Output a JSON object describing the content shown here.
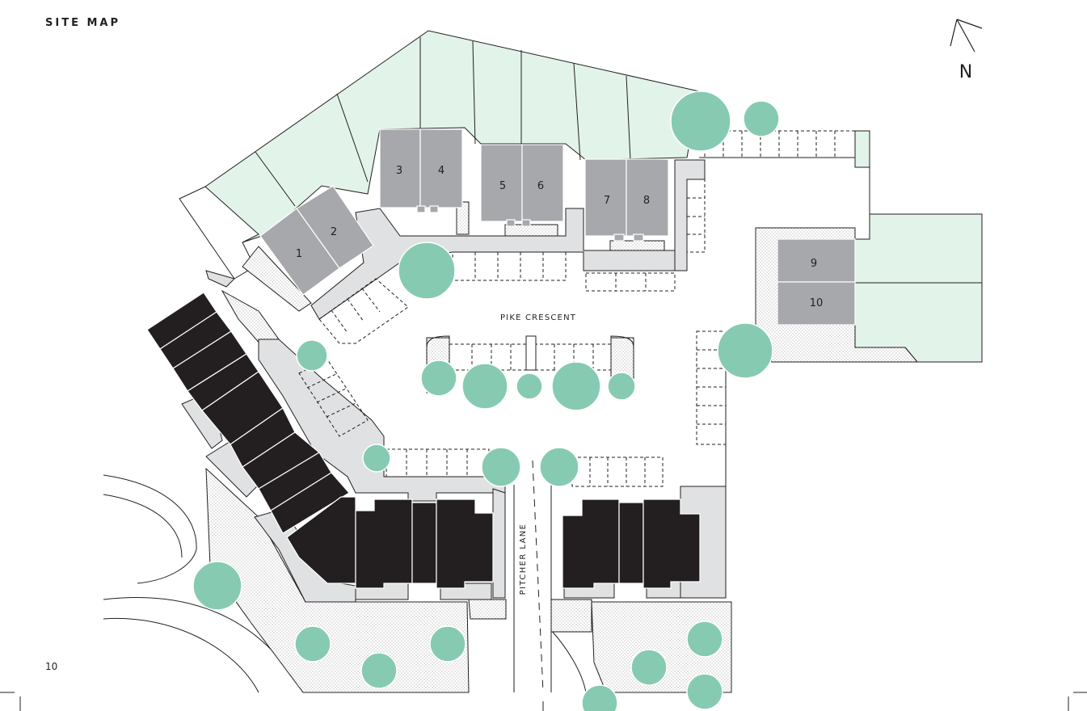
{
  "page": {
    "title": "SITE MAP",
    "number": "10"
  },
  "compass": {
    "label": "N",
    "icon": "north-arrow-icon"
  },
  "streets": {
    "pike": "PIKE CRESCENT",
    "pitcher": "PITCHER LANE"
  },
  "units": [
    "1",
    "2",
    "3",
    "4",
    "5",
    "6",
    "7",
    "8",
    "9",
    "10"
  ],
  "colors": {
    "tree": "#86cbb1",
    "garden": "#e2f3ea",
    "building_grey": "#a6a8ab",
    "building_black": "#231f20",
    "paving": "#e0e1e2",
    "line": "#231f20"
  }
}
